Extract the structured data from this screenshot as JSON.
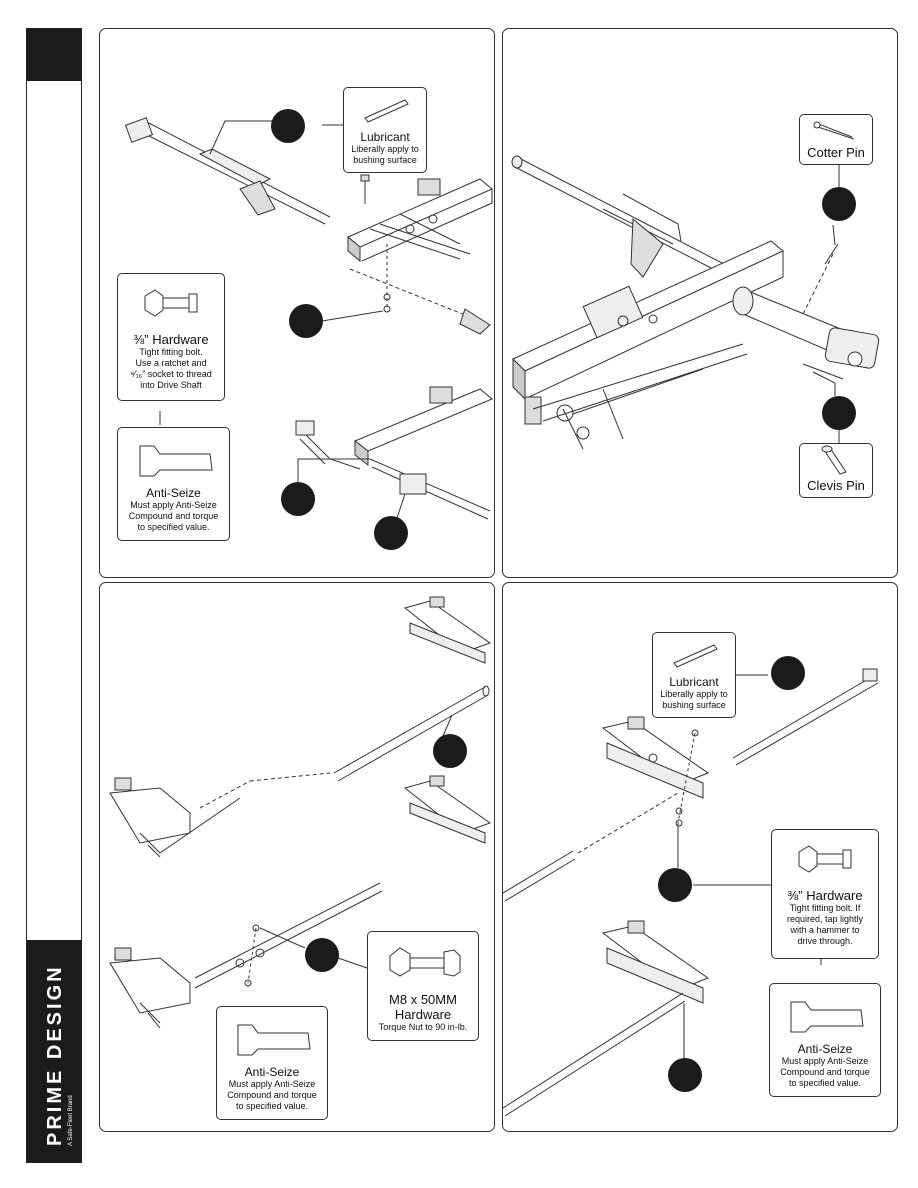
{
  "brand": {
    "name": "PRIME DESIGN",
    "tagline": "A Safe-Fleet Brand"
  },
  "panel1": {
    "lubricant": {
      "title": "Lubricant",
      "desc1": "Liberally apply to",
      "desc2": "bushing surface"
    },
    "hardware": {
      "title": "⅜” Hardware",
      "desc1": "Tight fitting bolt.",
      "desc2": "Use a ratchet and",
      "desc3": "⁹⁄₁₆” socket to thread",
      "desc4": "into Drive Shaft"
    },
    "antiseize": {
      "title": "Anti-Seize",
      "desc1": "Must apply Anti-Seize",
      "desc2": "Compound and torque",
      "desc3": "to specified value."
    }
  },
  "panel2": {
    "cotter": {
      "title": "Cotter Pin"
    },
    "clevis": {
      "title": "Clevis Pin"
    }
  },
  "panel3": {
    "hardware": {
      "title1": "M8 x 50MM",
      "title2": "Hardware",
      "desc1": "Torque Nut to 90 in-lb."
    },
    "antiseize": {
      "title": "Anti-Seize",
      "desc1": "Must apply Anti-Seize",
      "desc2": "Compound and torque",
      "desc3": "to specified value."
    }
  },
  "panel4": {
    "lubricant": {
      "title": "Lubricant",
      "desc1": "Liberally apply to",
      "desc2": "bushing surface"
    },
    "hardware": {
      "title": "⅜” Hardware",
      "desc1": "Tight fitting bolt. If",
      "desc2": "required, tap lightly",
      "desc3": "with a hammer to",
      "desc4": "drive through."
    },
    "antiseize": {
      "title": "Anti-Seize",
      "desc1": "Must apply Anti-Seize",
      "desc2": "Compound and torque",
      "desc3": "to specified value."
    }
  }
}
